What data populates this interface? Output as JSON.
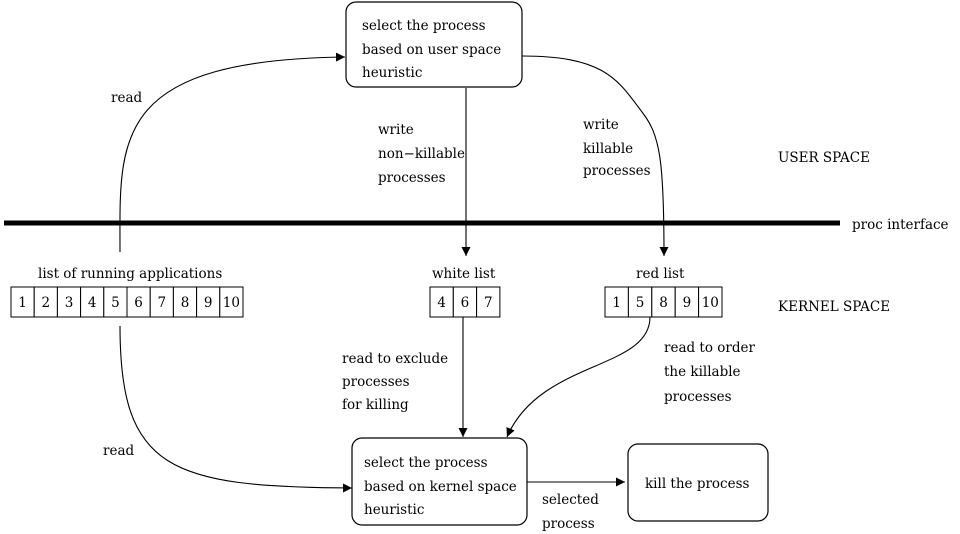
{
  "boxes": {
    "user_heuristic": [
      "select the process",
      "based on user space",
      "heuristic"
    ],
    "kernel_heuristic": [
      "select the process",
      "based on kernel space",
      "heuristic"
    ],
    "kill": [
      "kill the process"
    ]
  },
  "labels": {
    "read_top": "read",
    "read_bottom": "read",
    "write_nonkillable": [
      "write",
      "non−killable",
      "processes"
    ],
    "write_killable": [
      "write",
      "killable",
      "processes"
    ],
    "read_exclude": [
      "read to exclude",
      "processes",
      "for killing"
    ],
    "read_order": [
      "read to order",
      "the killable",
      "processes"
    ],
    "selected": [
      "selected",
      "process"
    ],
    "user_space": "USER SPACE",
    "kernel_space": "KERNEL SPACE",
    "proc_interface": "proc interface"
  },
  "lists": {
    "running": {
      "title": "list of running applications",
      "items": [
        "1",
        "2",
        "3",
        "4",
        "5",
        "6",
        "7",
        "8",
        "9",
        "10"
      ]
    },
    "white": {
      "title": "white list",
      "items": [
        "4",
        "6",
        "7"
      ]
    },
    "red": {
      "title": "red list",
      "items": [
        "1",
        "5",
        "8",
        "9",
        "10"
      ]
    }
  }
}
